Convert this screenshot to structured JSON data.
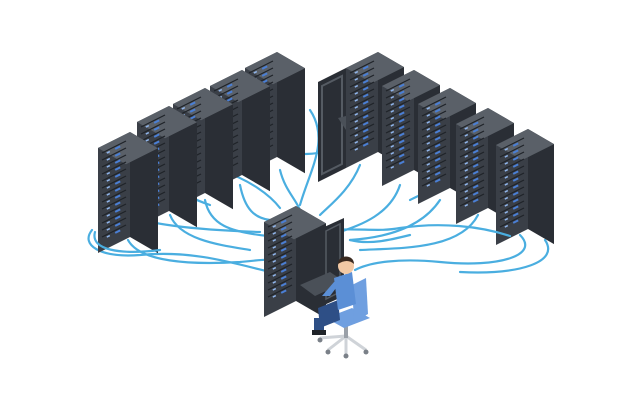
{
  "scene": {
    "title": "",
    "colors": {
      "background": "#ffffff",
      "rack_front": "#3a3f47",
      "rack_side": "#2a2e35",
      "rack_top": "#5a6068",
      "led_blue": "#4a7fd6",
      "cable": "#4aaee0",
      "shirt": "#5b8fd6",
      "pants": "#2e4f86",
      "chair": "#6f9fe0",
      "skin": "#f2c9a5",
      "hair": "#3a2a20"
    },
    "icons": [
      "server-rack",
      "network-cable",
      "technician",
      "office-chair",
      "rack-keyboard-tray"
    ]
  }
}
